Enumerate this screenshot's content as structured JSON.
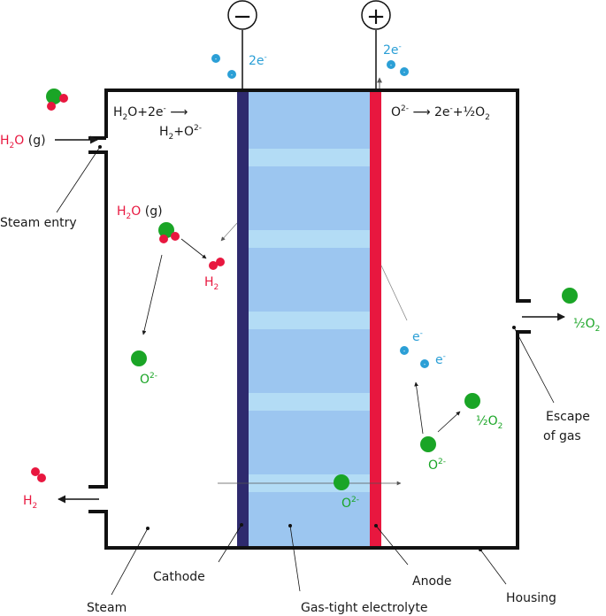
{
  "electrodes": {
    "negative_symbol": "−",
    "positive_symbol": "+"
  },
  "electrons": {
    "left_count": "2e",
    "right_count": "2e",
    "single": "e",
    "charge": "-",
    "minus_sign": "-"
  },
  "equations": {
    "cathode_line1_a": "H",
    "cathode_line1_b": "2",
    "cathode_line1_c": "O+2e",
    "cathode_line1_d": "-",
    "cathode_line1_e": " ⟶",
    "cathode_line2_a": "H",
    "cathode_line2_b": "2",
    "cathode_line2_c": "+O",
    "cathode_line2_d": "2-",
    "anode_a": "O",
    "anode_b": "2-",
    "anode_c": " ⟶  2e",
    "anode_d": "-",
    "anode_e": "+½O",
    "anode_f": "2"
  },
  "species": {
    "h2o_H": "H",
    "h2o_2": "2",
    "h2o_O": "O",
    "h2o_g": " (g)",
    "h2_H": "H",
    "h2_2": "2",
    "o2minus_O": "O",
    "o2minus_charge": "2-",
    "half_o2_a": "½O",
    "half_o2_b": "2"
  },
  "labels": {
    "steam_entry": "Steam entry",
    "escape_line1": "Escape",
    "escape_line2": "of gas",
    "steam": "Steam",
    "cathode": "Cathode",
    "electrolyte": "Gas-tight electrolyte",
    "anode": "Anode",
    "housing": "Housing"
  },
  "colors": {
    "cathode": "#2e2a6e",
    "anode": "#e8173f",
    "electrolyte": "#9cc6f0",
    "electrolyte_band": "#b3dcf5",
    "oxygen": "#1aa526",
    "hydrogen": "#e8173f",
    "electron": "#2b9fd6"
  }
}
